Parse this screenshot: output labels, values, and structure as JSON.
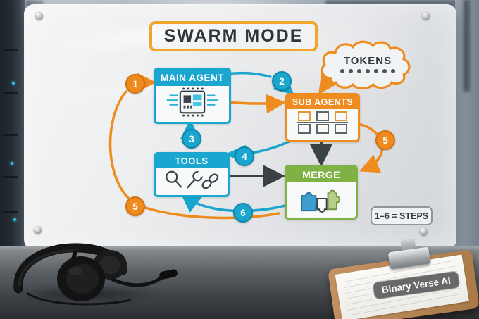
{
  "board": {
    "title": "SWARM MODE",
    "cloud": {
      "label": "TOKENS",
      "dot_count": 7
    },
    "legend_label": "1–6 = STEPS",
    "boxes": {
      "main_agent": {
        "label": "MAIN AGENT",
        "icon": "chip-icon",
        "color": "#1aa6ce"
      },
      "sub_agents": {
        "label": "SUB AGENTS",
        "icon": "nodes-icon",
        "color": "#ef8c1f"
      },
      "tools": {
        "label": "TOOLS",
        "icon": "magnifier-wrench-link-icons",
        "color": "#1aa6ce"
      },
      "merge": {
        "label": "MERGE",
        "icon": "puzzle-icon",
        "color": "#7fb145"
      }
    },
    "step_badges": [
      {
        "label": "1",
        "color": "orange"
      },
      {
        "label": "2",
        "color": "blue"
      },
      {
        "label": "3",
        "color": "blue"
      },
      {
        "label": "4",
        "color": "blue"
      },
      {
        "label": "5",
        "color": "orange"
      },
      {
        "label": "5",
        "color": "orange"
      },
      {
        "label": "6",
        "color": "blue"
      }
    ]
  },
  "desk": {
    "badge_label": "Binary Verse AI"
  },
  "colors": {
    "orange": "#ef8c1f",
    "blue": "#1aa6ce",
    "green": "#7fb145",
    "dark_arrow": "#3a4147",
    "title_border": "#f0a62a"
  }
}
